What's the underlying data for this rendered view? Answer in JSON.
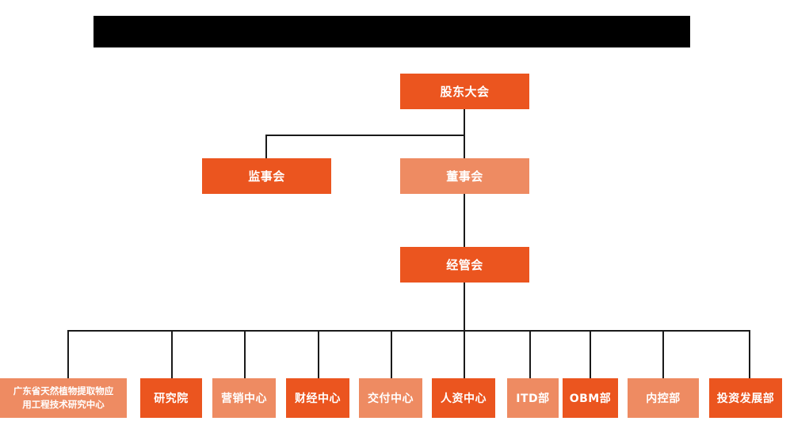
{
  "page": {
    "title_bar": {
      "label": "",
      "color": "#000000"
    },
    "background": "#ffffff"
  },
  "palette": {
    "dark_orange": "#EB551F",
    "light_orange": "#EE8B62",
    "connector": "#1a1a1a",
    "text": "#ffffff"
  },
  "chart": {
    "type": "org-chart",
    "orientation": "top-down",
    "levels": [
      {
        "level": 1,
        "nodes": [
          {
            "id": "shareholders-meeting",
            "label": "股东大会",
            "color": "dark_orange"
          }
        ]
      },
      {
        "level": 2,
        "nodes": [
          {
            "id": "board-of-supervisors",
            "label": "监事会",
            "color": "dark_orange"
          },
          {
            "id": "board-of-directors",
            "label": "董事会",
            "color": "light_orange"
          }
        ]
      },
      {
        "level": 3,
        "nodes": [
          {
            "id": "management-committee",
            "label": "经管会",
            "color": "dark_orange"
          }
        ]
      },
      {
        "level": 4,
        "nodes": [
          {
            "id": "guangdong-research-center",
            "label": "广东省天然植物提取物应\n用工程技术研究中心",
            "color": "light_orange"
          },
          {
            "id": "research-institute",
            "label": "研究院",
            "color": "dark_orange"
          },
          {
            "id": "marketing-center",
            "label": "营销中心",
            "color": "light_orange"
          },
          {
            "id": "finance-center",
            "label": "财经中心",
            "color": "dark_orange"
          },
          {
            "id": "delivery-center",
            "label": "交付中心",
            "color": "light_orange"
          },
          {
            "id": "hr-center",
            "label": "人资中心",
            "color": "dark_orange"
          },
          {
            "id": "itd-department",
            "label": "ITD部",
            "color": "light_orange"
          },
          {
            "id": "obm-department",
            "label": "OBM部",
            "color": "dark_orange"
          },
          {
            "id": "internal-control-department",
            "label": "内控部",
            "color": "light_orange"
          },
          {
            "id": "investment-development-department",
            "label": "投资发展部",
            "color": "dark_orange"
          }
        ]
      }
    ],
    "edges": [
      {
        "from": "shareholders-meeting",
        "to": "board-of-supervisors"
      },
      {
        "from": "shareholders-meeting",
        "to": "board-of-directors"
      },
      {
        "from": "board-of-directors",
        "to": "management-committee"
      },
      {
        "from": "management-committee",
        "to": "guangdong-research-center"
      },
      {
        "from": "management-committee",
        "to": "research-institute"
      },
      {
        "from": "management-committee",
        "to": "marketing-center"
      },
      {
        "from": "management-committee",
        "to": "finance-center"
      },
      {
        "from": "management-committee",
        "to": "delivery-center"
      },
      {
        "from": "management-committee",
        "to": "hr-center"
      },
      {
        "from": "management-committee",
        "to": "itd-department"
      },
      {
        "from": "management-committee",
        "to": "obm-department"
      },
      {
        "from": "management-committee",
        "to": "internal-control-department"
      },
      {
        "from": "management-committee",
        "to": "investment-development-department"
      }
    ]
  }
}
